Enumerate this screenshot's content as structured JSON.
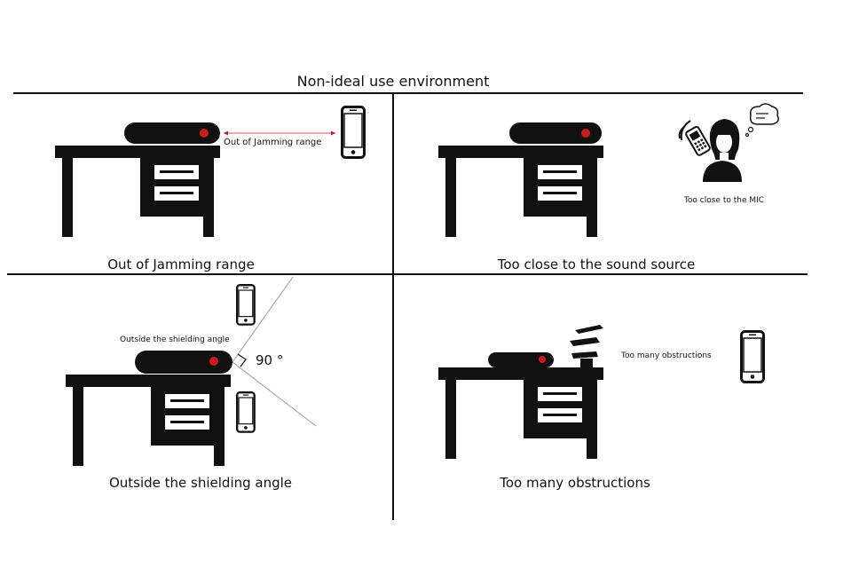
{
  "title": "Non-ideal use environment",
  "panels": [
    {
      "caption": "Out of Jamming range",
      "annotation": "Out of Jamming range"
    },
    {
      "caption": "Too close to the sound source",
      "annotation": "Too close to the MIC"
    },
    {
      "caption": "Outside the shielding angle",
      "annotation": "Outside the shielding angle",
      "angle_label": "90 °"
    },
    {
      "caption": "Too many obstructions",
      "annotation": "Too many obstructions"
    }
  ],
  "colors": {
    "ink": "#111111",
    "indicator": "#d01a1a",
    "range_arrow": "#d01a1a",
    "angle_line": "#999999"
  }
}
